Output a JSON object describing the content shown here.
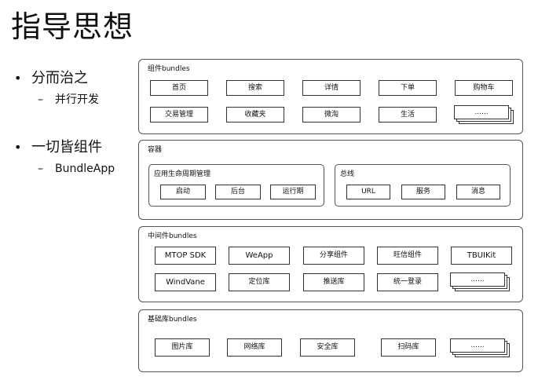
{
  "slide": {
    "title": "指导思想",
    "bullets": [
      {
        "text": "分而治之",
        "sub": "并行开发"
      },
      {
        "text": "一切皆组件",
        "sub": "BundleApp"
      }
    ],
    "bullet_symbol": "•",
    "dash_symbol": "–"
  },
  "layers": {
    "bundles": {
      "title": "组件bundles",
      "row1": [
        "首页",
        "搜索",
        "详情",
        "下单",
        "购物车"
      ],
      "row2": [
        "交易管理",
        "收藏夹",
        "微淘",
        "生活"
      ],
      "more": "......"
    },
    "container": {
      "title": "容器",
      "lifecycle": {
        "title": "应用生命周期管理",
        "items": [
          "启动",
          "后台",
          "运行期"
        ]
      },
      "bus": {
        "title": "总线",
        "items": [
          "URL",
          "服务",
          "消息"
        ]
      }
    },
    "middleware": {
      "title": "中间件bundles",
      "row1": [
        "MTOP SDK",
        "WeApp",
        "分享组件",
        "旺信组件",
        "TBUIKit"
      ],
      "row2": [
        "WindVane",
        "定位库",
        "推送库",
        "统一登录"
      ],
      "more": "......"
    },
    "base": {
      "title": "基础库bundles",
      "items": [
        "图片库",
        "网络库",
        "安全库",
        "扫码库"
      ],
      "more": "......"
    }
  }
}
